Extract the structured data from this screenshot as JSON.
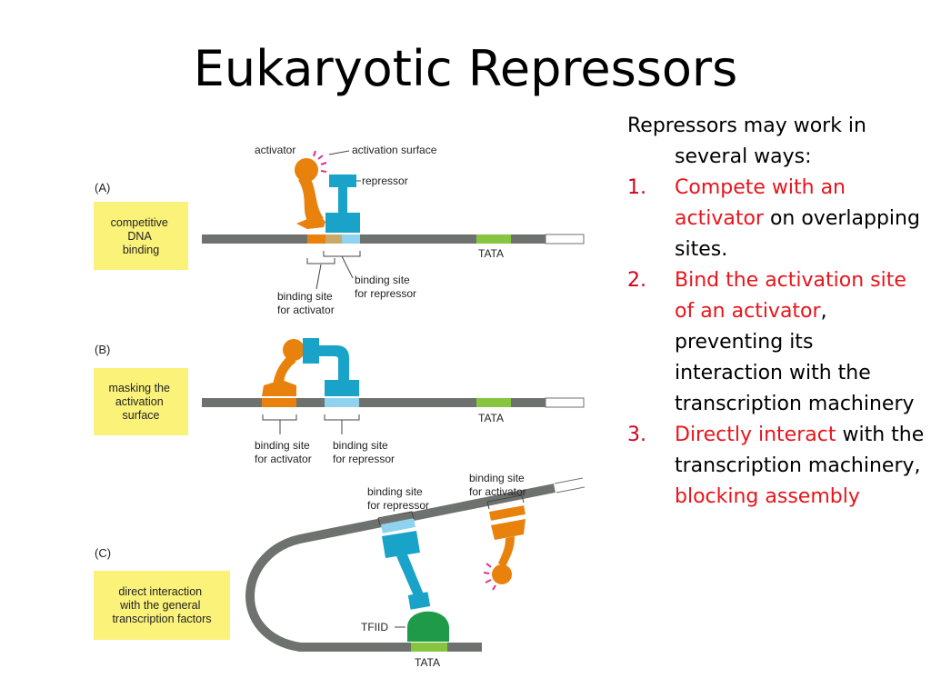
{
  "slide": {
    "title": "Eukaryotic Repressors"
  },
  "figure": {
    "panels": [
      {
        "letter": "(A)",
        "box_lines": [
          "competitive",
          "DNA",
          "binding"
        ],
        "labels": {
          "activator": "activator",
          "activation_surface": "activation surface",
          "repressor": "repressor",
          "tata": "TATA",
          "site_repressor": [
            "binding site",
            "for repressor"
          ],
          "site_activator": [
            "binding site",
            "for activator"
          ]
        }
      },
      {
        "letter": "(B)",
        "box_lines": [
          "masking the",
          "activation",
          "surface"
        ],
        "labels": {
          "tata": "TATA",
          "site_activator": [
            "binding site",
            "for activator"
          ],
          "site_repressor": [
            "binding site",
            "for repressor"
          ]
        }
      },
      {
        "letter": "(C)",
        "box_lines": [
          "direct interaction",
          "with the general",
          "transcription factors"
        ],
        "labels": {
          "site_repressor": [
            "binding site",
            "for repressor"
          ],
          "site_activator": [
            "binding site",
            "for activator"
          ],
          "tfiid": "TFIID",
          "tata": "TATA"
        }
      }
    ]
  },
  "side": {
    "intro": "Repressors may work in several ways:",
    "items": [
      {
        "num": "1.",
        "red": "Compete with an activator",
        "black": " on overlapping sites."
      },
      {
        "num": "2.",
        "red": "Bind the activation site of an activator",
        "black": ", preventing its interaction with the transcription machinery"
      },
      {
        "num": "3.",
        "red": "Directly interact",
        "black": " with the transcription machinery, ",
        "red2": "blocking assembly"
      }
    ]
  },
  "colors": {
    "activator": "#e8820c",
    "repressor": "#1aa3c8",
    "repressor_site": "#8fd3ee",
    "dna": "#6e726e",
    "tata": "#86c540",
    "tfiid": "#1f9a48",
    "label_box": "#fbf27a",
    "accent_red": "#e8141b",
    "surface": "#e0308a"
  }
}
